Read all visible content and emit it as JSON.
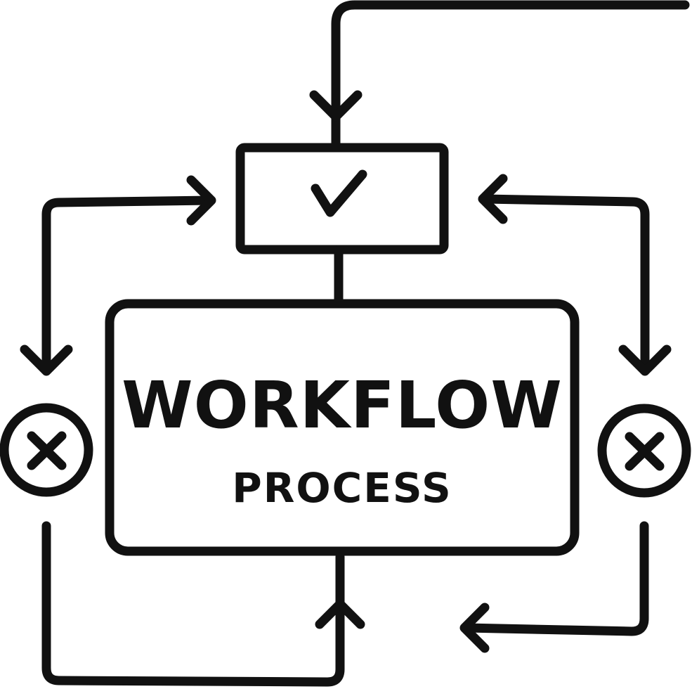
{
  "diagram": {
    "title": "WORKFLOW",
    "subtitle": "PROCESS",
    "nodes": [
      {
        "id": "approve",
        "icon": "check-icon"
      },
      {
        "id": "process",
        "label_key": "title"
      },
      {
        "id": "reject-left",
        "icon": "x-icon"
      },
      {
        "id": "reject-right",
        "icon": "x-icon"
      }
    ],
    "colors": {
      "stroke": "#111111",
      "background": "#ffffff"
    }
  }
}
